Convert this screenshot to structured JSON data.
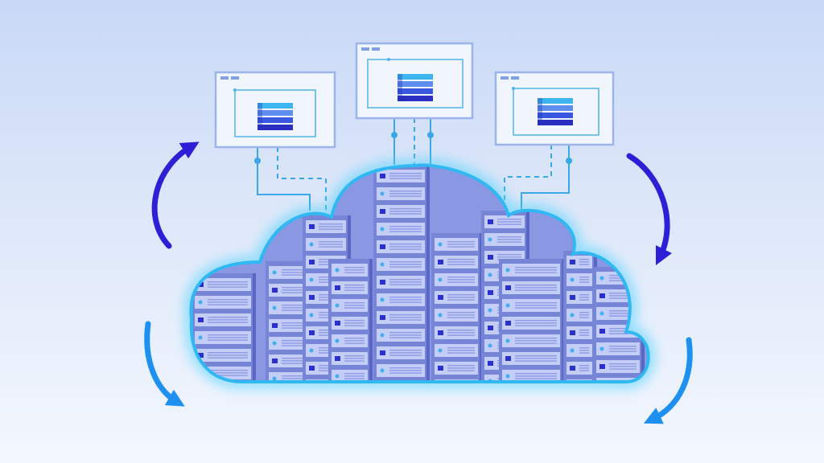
{
  "diagram": {
    "colors": {
      "accent_dark": "#2c1fd6",
      "accent_light": "#1e90f0",
      "cloud_glow": "#4fd2ff",
      "cloud_outline": "#2fb8f2",
      "server_bg": "#8a98e4",
      "server_panel": "#c3cdf5",
      "server_indicator": "#2a2fd0",
      "connector_line": "#3aa8e8",
      "window_frame": "#9bb4ea"
    },
    "nodes": [
      {
        "id": "left-window",
        "icon": "server-stack-icon"
      },
      {
        "id": "center-window",
        "icon": "server-stack-icon"
      },
      {
        "id": "right-window",
        "icon": "server-stack-icon"
      }
    ],
    "hub": {
      "id": "cloud",
      "icon": "server-rack-cloud"
    },
    "cycle_arrows": [
      "arrow-top-left",
      "arrow-top-right",
      "arrow-bottom-left",
      "arrow-bottom-right"
    ]
  }
}
